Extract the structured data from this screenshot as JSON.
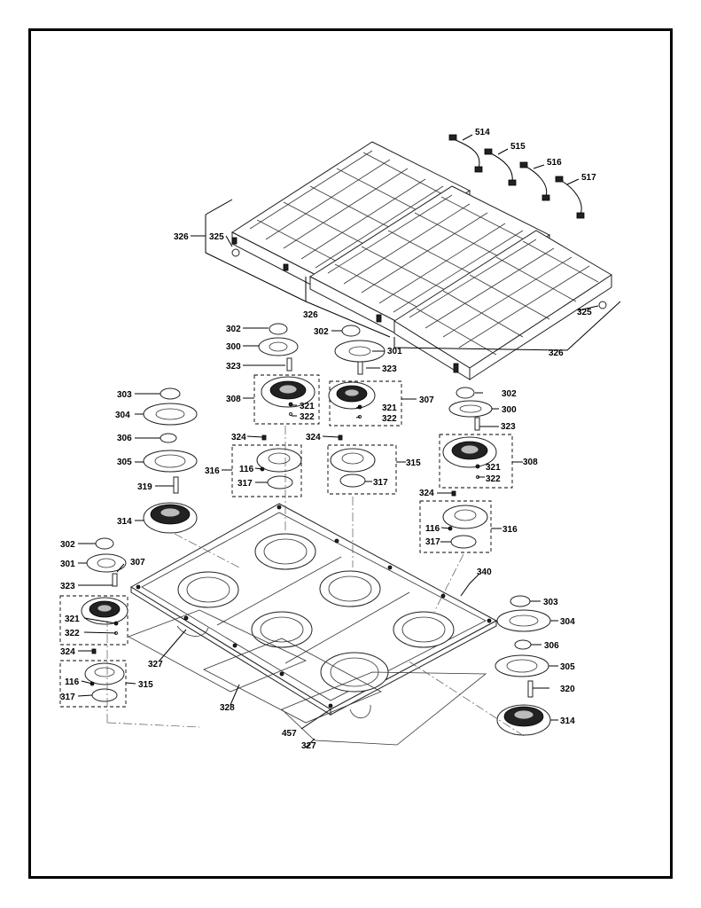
{
  "labels": {
    "l514": "514",
    "l515": "515",
    "l516": "516",
    "l517": "517",
    "l326a": "326",
    "l325a": "325",
    "l326b": "326",
    "l325b": "325",
    "l326c": "326",
    "l302a": "302",
    "l300a": "300",
    "l323a": "323",
    "l308a": "308",
    "l321a": "321",
    "l322a": "322",
    "l302b": "302",
    "l301a": "301",
    "l323b": "323",
    "l307a": "307",
    "l321b": "321",
    "l322b": "322",
    "l303a": "303",
    "l304a": "304",
    "l306a": "306",
    "l305a": "305",
    "l319": "319",
    "l314a": "314",
    "l324a": "324",
    "l116a": "116",
    "l316a": "316",
    "l317a": "317",
    "l324b": "324",
    "l315a": "315",
    "l317b": "317",
    "l302c": "302",
    "l300b": "300",
    "l323c": "323",
    "l308b": "308",
    "l321c": "321",
    "l322c": "322",
    "l324c": "324",
    "l116b": "116",
    "l316b": "316",
    "l317c": "317",
    "l340": "340",
    "l302d": "302",
    "l301b": "301",
    "l307b": "307",
    "l323d": "323",
    "l321d": "321",
    "l322d": "322",
    "l324d": "324",
    "l116c": "116",
    "l315b": "315",
    "l317d": "317",
    "l327a": "327",
    "l328": "328",
    "l457": "457",
    "l327b": "327",
    "l303b": "303",
    "l304b": "304",
    "l306b": "306",
    "l305b": "305",
    "l320": "320",
    "l314b": "314"
  }
}
